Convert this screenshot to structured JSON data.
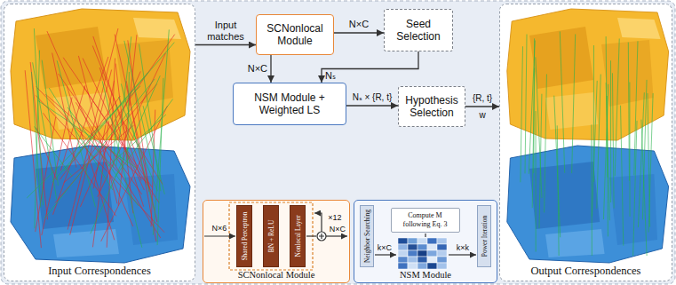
{
  "diagram": {
    "nodes": [
      {
        "text": [
          "Input Correspondences"
        ]
      },
      {
        "text": [
          "SCNonlocal Module"
        ]
      },
      {
        "text": [
          "Seed Selection"
        ]
      },
      {
        "text": [
          "NSM Module + Weighted LS"
        ]
      },
      {
        "text": [
          "Hypothesis Selection"
        ]
      },
      {
        "text": [
          "SCNonlocal Module"
        ]
      },
      {
        "text": [
          "Shared Perceptron"
        ],
        "in": 5
      },
      {
        "text": [
          "BN + ReLU"
        ],
        "in": 5
      },
      {
        "text": [
          "Nonlocal Layer"
        ],
        "in": 5
      },
      {
        "text": [
          "NSM Module"
        ]
      },
      {
        "text": [
          "Neighbor Searching"
        ],
        "in": 9
      },
      {
        "text": [
          "Compute M following Eq. 3"
        ],
        "in": 9
      },
      {
        "text": [
          "Power Iteration"
        ],
        "in": 9
      },
      {
        "text": [
          "Output Correspondences"
        ]
      }
    ],
    "edges": [
      {
        "from": 0,
        "to": 1,
        "arrow": "to",
        "label": "Input matches"
      },
      {
        "from": 1,
        "to": 2,
        "arrow": "to",
        "label": "N×C"
      },
      {
        "from": 1,
        "to": 3,
        "arrow": "to",
        "label": "N×C"
      },
      {
        "from": 2,
        "to": 3,
        "arrow": "to",
        "label": "Nₛ"
      },
      {
        "from": 3,
        "to": 4,
        "arrow": "to",
        "label": "Nₛ × {R, t}"
      },
      {
        "from": 4,
        "to": 13,
        "arrow": "to",
        "label": "{R, t}"
      }
    ],
    "labels": [
      "w",
      "N×6",
      "×12",
      "N×C",
      "k×C",
      "k×k"
    ]
  }
}
